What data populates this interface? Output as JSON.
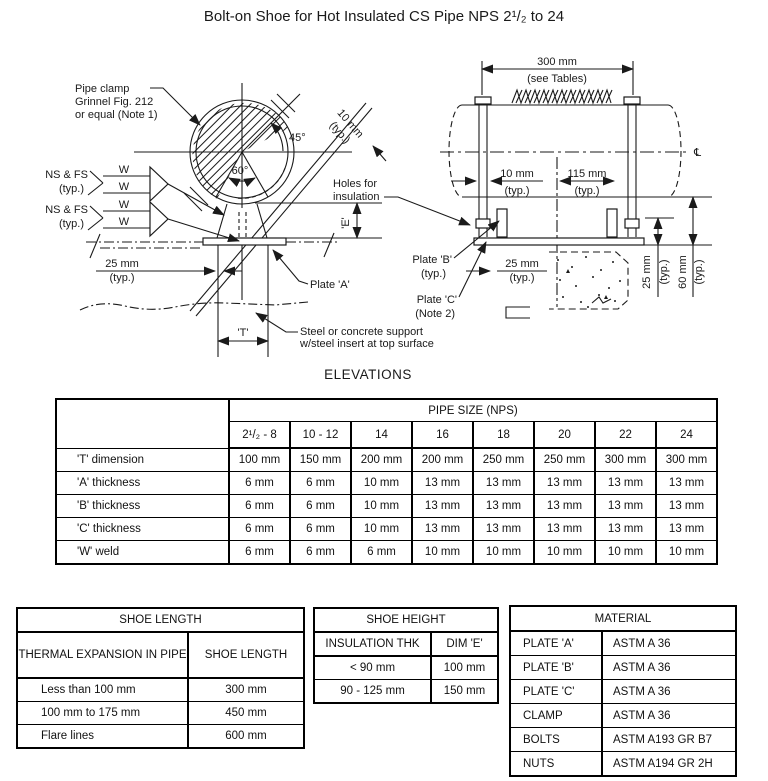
{
  "title": "Bolt-on Shoe for Hot Insulated CS Pipe NPS 2¹/₂ to 24",
  "elevations_label": "ELEVATIONS",
  "left_view": {
    "clamp_note_1": "Pipe clamp",
    "clamp_note_2": "Grinnel Fig. 212",
    "clamp_note_3": "or equal (Note 1)",
    "angle_45": "45°",
    "angle_60": "60°",
    "weld_label": "NS & FS",
    "weld_typ": "(typ.)",
    "weld_w": "W",
    "dim_10mm_a": "10 mm",
    "dim_10mm_b": "(typ.)",
    "dim_25mm_a": "25 mm",
    "dim_25mm_b": "(typ.)",
    "plate_a_label": "Plate 'A'",
    "dim_t": "'T'",
    "dim_e": "'E'",
    "support_note_1": "Steel or concrete support",
    "support_note_2": "w/steel insert at top surface"
  },
  "right_view": {
    "dim_300_a": "300 mm",
    "dim_300_b": "(see Tables)",
    "dim_10_a": "10 mm",
    "dim_10_b": "(typ.)",
    "dim_115_a": "115 mm",
    "dim_115_b": "(typ.)",
    "holes_note_1": "Holes for",
    "holes_note_2": "insulation",
    "plate_b_1": "Plate 'B'",
    "plate_b_2": "(typ.)",
    "plate_c_1": "Plate 'C'",
    "plate_c_2": "(Note 2)",
    "dim_25_a": "25 mm",
    "dim_25_b": "(typ.)",
    "dim_25r_a": "25 mm",
    "dim_25r_b": "(typ.)",
    "dim_60r_a": "60 mm",
    "dim_60r_b": "(typ.)",
    "centerline_symbol": "℄"
  },
  "pipe_table": {
    "group_header": "PIPE SIZE (NPS)",
    "columns": [
      "2¹/₂ - 8",
      "10 - 12",
      "14",
      "16",
      "18",
      "20",
      "22",
      "24"
    ],
    "rows": [
      {
        "label": "'T' dimension",
        "values": [
          "100 mm",
          "150 mm",
          "200 mm",
          "200 mm",
          "250 mm",
          "250 mm",
          "300 mm",
          "300 mm"
        ]
      },
      {
        "label": "'A' thickness",
        "values": [
          "6 mm",
          "6 mm",
          "10 mm",
          "13 mm",
          "13 mm",
          "13 mm",
          "13 mm",
          "13 mm"
        ]
      },
      {
        "label": "'B' thickness",
        "values": [
          "6 mm",
          "6 mm",
          "10 mm",
          "13 mm",
          "13 mm",
          "13 mm",
          "13 mm",
          "13 mm"
        ]
      },
      {
        "label": "'C' thickness",
        "values": [
          "6 mm",
          "6 mm",
          "10 mm",
          "13 mm",
          "13 mm",
          "13 mm",
          "13 mm",
          "13 mm"
        ]
      },
      {
        "label": "'W' weld",
        "values": [
          "6 mm",
          "6 mm",
          "6 mm",
          "10 mm",
          "10 mm",
          "10 mm",
          "10 mm",
          "10 mm"
        ]
      }
    ]
  },
  "shoe_length_table": {
    "title": "SHOE LENGTH",
    "col1_header": "THERMAL EXPANSION IN PIPE",
    "col2_header": "SHOE LENGTH",
    "rows": [
      [
        "Less than 100 mm",
        "300 mm"
      ],
      [
        "100 mm to 175 mm",
        "450 mm"
      ],
      [
        "Flare lines",
        "600 mm"
      ]
    ]
  },
  "shoe_height_table": {
    "title": "SHOE HEIGHT",
    "col1_header": "INSULATION THK",
    "col2_header": "DIM 'E'",
    "rows": [
      [
        "< 90 mm",
        "100 mm"
      ],
      [
        "90 - 125 mm",
        "150 mm"
      ]
    ]
  },
  "material_table": {
    "title": "MATERIAL",
    "rows": [
      [
        "PLATE 'A'",
        "ASTM A 36"
      ],
      [
        "PLATE 'B'",
        "ASTM A 36"
      ],
      [
        "PLATE 'C'",
        "ASTM A 36"
      ],
      [
        "CLAMP",
        "ASTM A 36"
      ],
      [
        "BOLTS",
        "ASTM A193 GR B7"
      ],
      [
        "NUTS",
        "ASTM A194 GR 2H"
      ]
    ]
  }
}
